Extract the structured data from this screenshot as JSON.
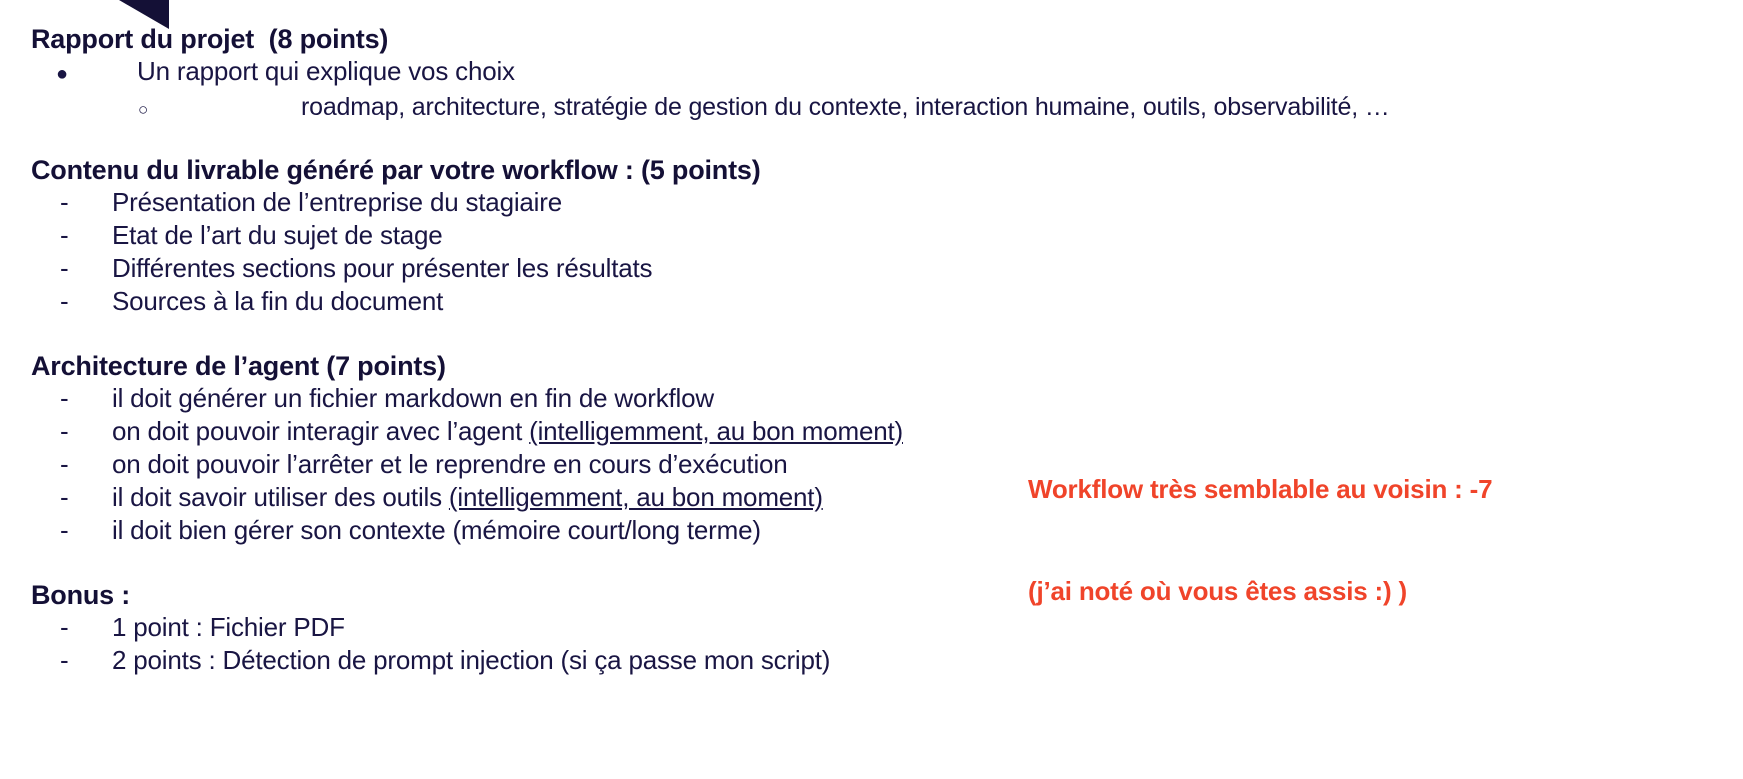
{
  "slide": {
    "background_color": "#ffffff",
    "text_color": "#141036",
    "accent_color": "#F0442A",
    "decoration_color": "#141036"
  },
  "sections": [
    {
      "heading": "Rapport du projet  (8 points)",
      "items": [
        {
          "marker": "●",
          "style": "bullet-l1",
          "text": "Un rapport qui explique vos choix"
        },
        {
          "marker": "○",
          "style": "bullet-l2",
          "text": "roadmap, architecture, stratégie de gestion du contexte, interaction humaine, outils, observabilité, …"
        }
      ]
    },
    {
      "heading": "Contenu du livrable généré par votre workflow : (5 points)",
      "items": [
        {
          "marker": "-",
          "style": "dash",
          "text": "Présentation de l’entreprise du stagiaire"
        },
        {
          "marker": "-",
          "style": "dash",
          "text": "Etat de l’art du sujet de stage"
        },
        {
          "marker": "-",
          "style": "dash",
          "text": "Différentes sections pour présenter les résultats"
        },
        {
          "marker": "-",
          "style": "dash",
          "text": "Sources à la fin du document"
        }
      ]
    },
    {
      "heading": "Architecture de l’agent (7 points)",
      "items": [
        {
          "marker": "-",
          "style": "dash",
          "text": "il doit générer un fichier markdown en fin de workflow"
        },
        {
          "marker": "-",
          "style": "dash",
          "text": "on doit pouvoir interagir avec l’agent ",
          "underlined": "(intelligemment, au bon moment)"
        },
        {
          "marker": "-",
          "style": "dash",
          "text": "on doit pouvoir l’arrêter et le reprendre en cours d’exécution"
        },
        {
          "marker": "-",
          "style": "dash",
          "text": "il doit savoir utiliser des outils ",
          "underlined": "(intelligemment, au bon moment)"
        },
        {
          "marker": "-",
          "style": "dash",
          "text": "il doit bien gérer son contexte (mémoire court/long terme)"
        }
      ]
    },
    {
      "heading": "Bonus :",
      "items": [
        {
          "marker": "-",
          "style": "dash",
          "text": "1 point : Fichier PDF"
        },
        {
          "marker": "-",
          "style": "dash",
          "text": "2 points : Détection de prompt injection (si ça passe mon script)"
        }
      ]
    }
  ],
  "annotation": {
    "line1": "Workflow très semblable au voisin : -7",
    "line2": "(j’ai noté où vous êtes assis :) )"
  }
}
